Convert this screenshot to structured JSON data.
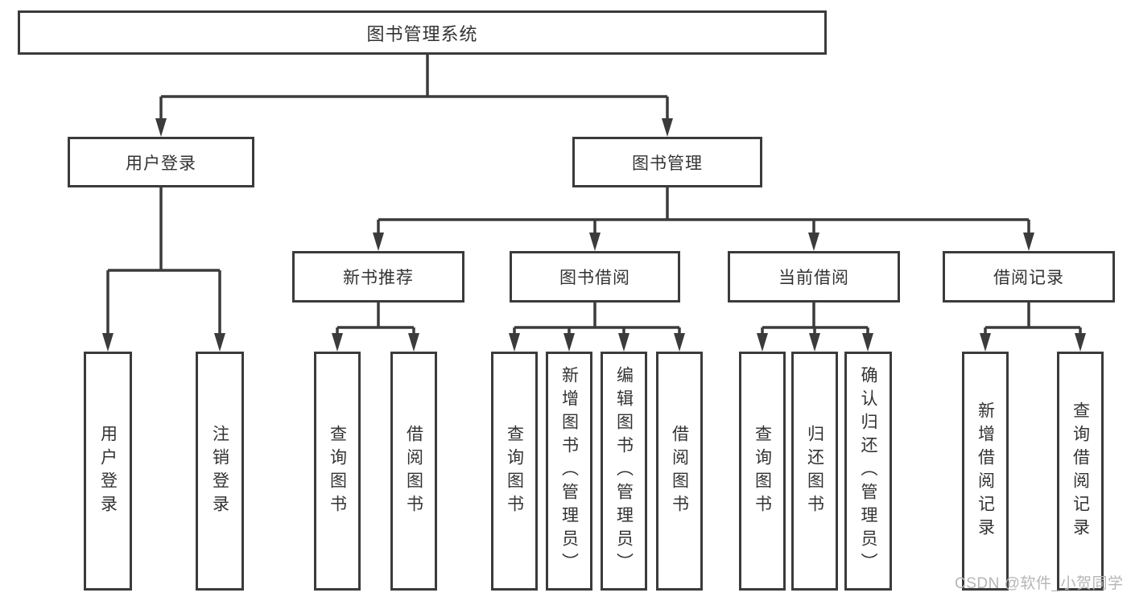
{
  "colors": {
    "line": "#3b3b3b",
    "text": "#333333",
    "box_background": "#ffffff",
    "watermark": "#b6b6b6"
  },
  "watermark": {
    "text": "CSDN @软件_小贺同学"
  },
  "tree": {
    "root": {
      "label": "图书管理系统"
    },
    "branches": [
      {
        "label": "用户登录",
        "children": [
          {
            "label": "用户登录"
          },
          {
            "label": "注销登录"
          }
        ]
      },
      {
        "label": "图书管理",
        "children": [
          {
            "label": "新书推荐",
            "children": [
              {
                "label": "查询图书"
              },
              {
                "label": "借阅图书"
              }
            ]
          },
          {
            "label": "图书借阅",
            "children": [
              {
                "label": "查询图书"
              },
              {
                "label": "新增图书（管理员）"
              },
              {
                "label": "编辑图书（管理员）"
              },
              {
                "label": "借阅图书"
              }
            ]
          },
          {
            "label": "当前借阅",
            "children": [
              {
                "label": "查询图书"
              },
              {
                "label": "归还图书"
              },
              {
                "label": "确认归还（管理员）"
              }
            ]
          },
          {
            "label": "借阅记录",
            "children": [
              {
                "label": "新增借阅记录"
              },
              {
                "label": "查询借阅记录"
              }
            ]
          }
        ]
      }
    ]
  }
}
